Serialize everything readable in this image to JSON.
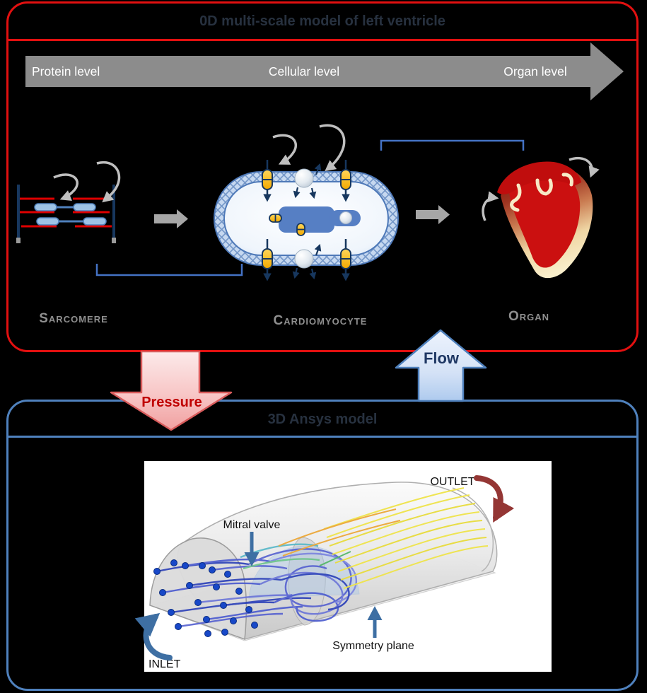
{
  "model_0d": {
    "title": "0D multi-scale model of left ventricle",
    "border_color": "#E21010",
    "levels": {
      "protein": "Protein level",
      "cellular": "Cellular level",
      "organ": "Organ level"
    },
    "stages": {
      "sarcomere": "Sarcomere",
      "cardiomyocyte": "Cardiomyocyte",
      "organ": "Organ"
    }
  },
  "coupling": {
    "pressure_label": "Pressure",
    "flow_label": "Flow",
    "pressure_color": "#C00000",
    "flow_color": "#1F3864"
  },
  "model_3d": {
    "title": "3D Ansys model",
    "border_color": "#4F81BD",
    "annotations": {
      "outlet": "OUTLET",
      "mitral_valve": "Mitral valve",
      "inlet": "INLET",
      "symmetry_plane": "Symmetry plane"
    }
  }
}
